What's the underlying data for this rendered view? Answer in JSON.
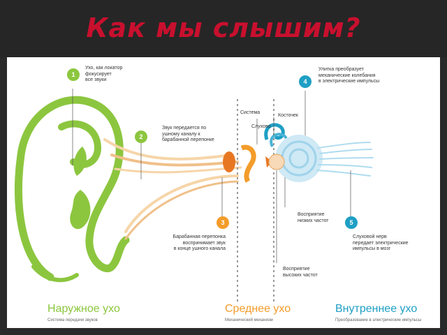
{
  "title": "Как мы слышим?",
  "steps": [
    {
      "num": "1",
      "text": "Ухо, как локатор\nфокусирует\nвсе звуки",
      "color": "#8cc63f"
    },
    {
      "num": "2",
      "text": "Звук передается по\nушному каналу к\nбарабанной перепонке",
      "color": "#8cc63f"
    },
    {
      "num": "3",
      "text": "Барабанная перепонка\nвоспринимает звук\nв конце ушного канала",
      "color": "#f39c2a"
    },
    {
      "num": "4",
      "text": "Улитка преобразует\nмеханические колебания\nв электрические импульсы",
      "color": "#1f9fc4"
    },
    {
      "num": "5",
      "text": "Слуховой нерв\nпередает электрические\nимпульсы в мозг",
      "color": "#1f9fc4"
    }
  ],
  "labels": {
    "system": "Система",
    "bones": "Косточек",
    "auditory": "Слухово",
    "low": "Восприятие\nнизких частот",
    "high": "Восприятие\nвысоких частот"
  },
  "sections": [
    {
      "name": "Наружное ухо",
      "sub": "Система передачи звуков",
      "color": "#8cc63f"
    },
    {
      "name": "Среднее ухо",
      "sub": "Механический механизм",
      "color": "#f39c2a"
    },
    {
      "name": "Внутреннее ухо",
      "sub": "Преобразование в электрические импульсы",
      "color": "#1f9fc4"
    }
  ]
}
